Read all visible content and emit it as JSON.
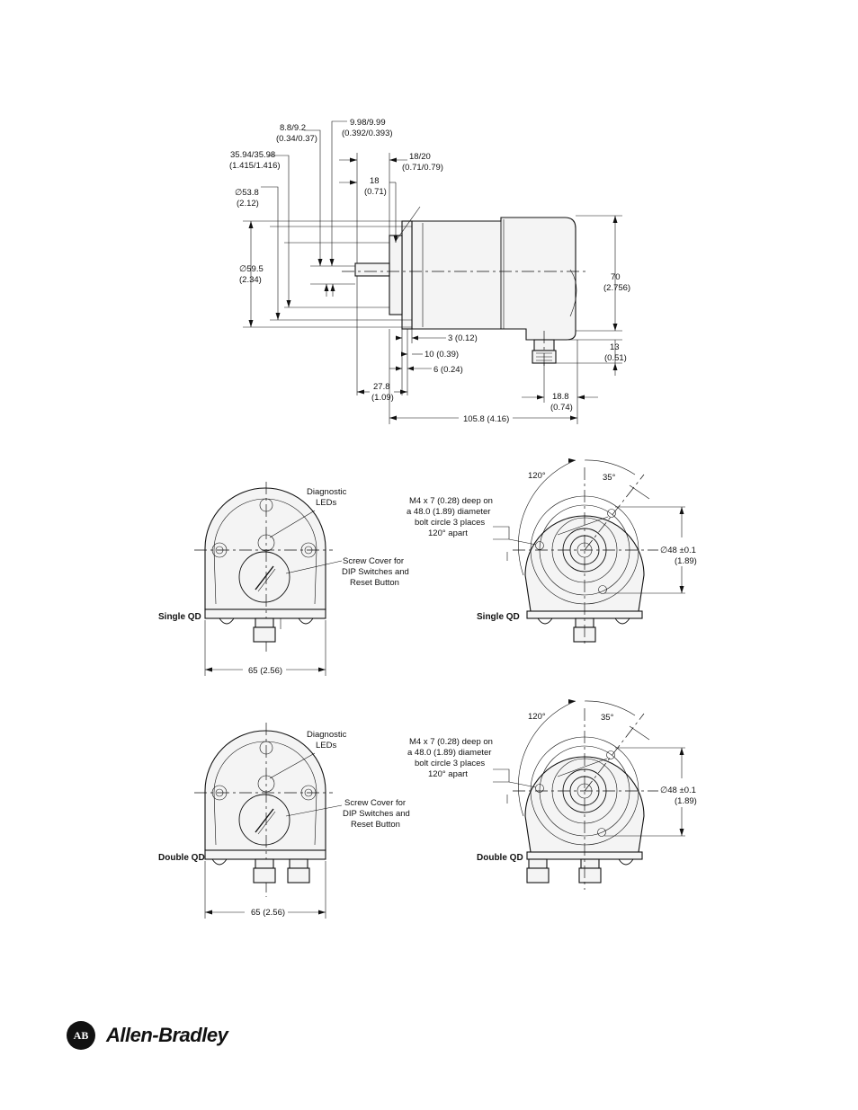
{
  "side_view": {
    "dim_8_8": "8.8/9.2",
    "dim_8_8_in": "(0.34/0.37)",
    "dim_9_98": "9.98/9.99",
    "dim_9_98_in": "(0.392/0.393)",
    "dim_35_94": "35.94/35.98",
    "dim_35_94_in": "(1.415/1.416)",
    "dim_18_20": "18/20",
    "dim_18_20_in": "(0.71/0.79)",
    "dim_18": "18",
    "dim_18_in": "(0.71)",
    "dim_53_8": "∅53.8",
    "dim_53_8_in": "(2.12)",
    "dim_59_5": "∅59.5",
    "dim_59_5_in": "(2.34)",
    "dim_70": "70",
    "dim_70_in": "(2.756)",
    "dim_3": "3 (0.12)",
    "dim_10": "10 (0.39)",
    "dim_6": "6 (0.24)",
    "dim_13": "13",
    "dim_13_in": "(0.51)",
    "dim_27_8": "27.8",
    "dim_27_8_in": "(1.09)",
    "dim_18_8": "18.8",
    "dim_18_8_in": "(0.74)",
    "dim_105_8": "105.8 (4.16)"
  },
  "single_front": {
    "leds_1": "Diagnostic",
    "leds_2": "LEDs",
    "cover_1": "Screw Cover for",
    "cover_2": "DIP Switches and",
    "cover_3": "Reset Button",
    "label": "Single QD",
    "width": "65 (2.56)"
  },
  "single_rear": {
    "angle_120": "120°",
    "angle_35": "35°",
    "note_1": "M4 x 7 (0.28) deep on",
    "note_2": "a 48.0 (1.89) diameter",
    "note_3": "bolt circle 3 places",
    "note_4": "120° apart",
    "dia": "∅48 ±0.1",
    "dia_in": "(1.89)",
    "label": "Single QD"
  },
  "double_front": {
    "leds_1": "Diagnostic",
    "leds_2": "LEDs",
    "cover_1": "Screw Cover for",
    "cover_2": "DIP Switches and",
    "cover_3": "Reset Button",
    "label": "Double QD",
    "width": "65 (2.56)"
  },
  "double_rear": {
    "angle_120": "120°",
    "angle_35": "35°",
    "note_1": "M4 x 7 (0.28) deep on",
    "note_2": "a 48.0 (1.89) diameter",
    "note_3": "bolt circle 3 places",
    "note_4": "120° apart",
    "dia": "∅48 ±0.1",
    "dia_in": "(1.89)",
    "label": "Double QD"
  },
  "footer": {
    "badge": "AB",
    "brand": "Allen-Bradley"
  }
}
